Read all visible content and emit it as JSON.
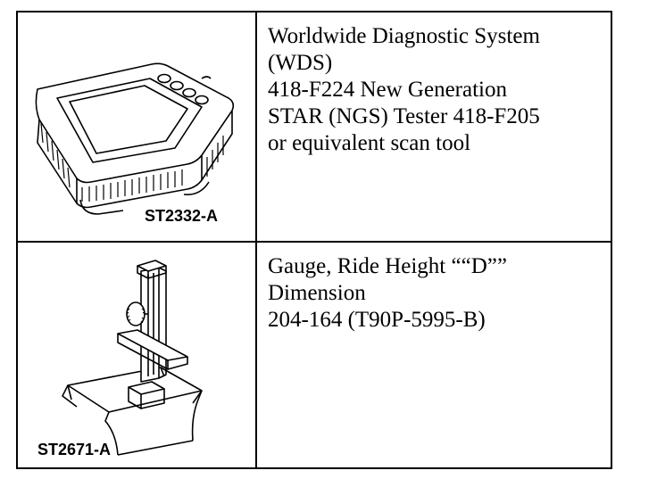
{
  "rows": [
    {
      "caption": "ST2332-A",
      "icon": "diagnostic-scan-tool-icon",
      "lines": [
        "Worldwide Diagnostic System",
        "(WDS)",
        "418-F224 New Generation",
        "STAR (NGS) Tester 418-F205",
        "or equivalent scan tool"
      ]
    },
    {
      "caption": "ST2671-A",
      "icon": "ride-height-gauge-icon",
      "lines": [
        "Gauge, Ride Height ““D””",
        "Dimension",
        "204-164 (T90P-5995-B)"
      ]
    }
  ]
}
